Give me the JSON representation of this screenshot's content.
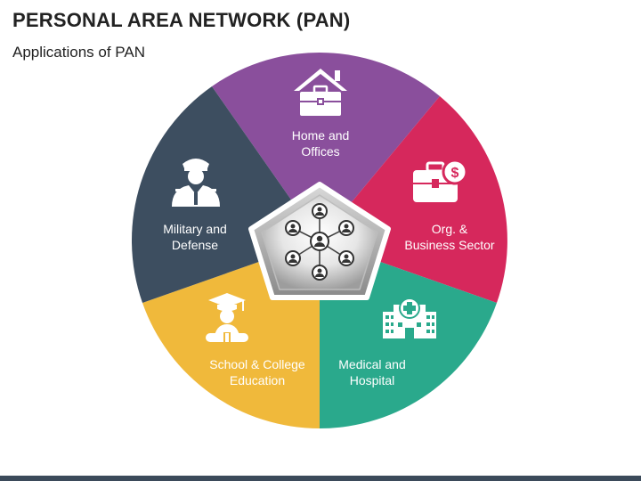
{
  "header": {
    "title": "PERSONAL AREA NETWORK (PAN)",
    "subtitle": "Applications of PAN"
  },
  "segments": [
    {
      "id": "home",
      "line1": "Home and",
      "line2": "Offices",
      "color": "#8a4f9c",
      "icon": "house-briefcase-icon"
    },
    {
      "id": "business",
      "line1": "Org. &",
      "line2": "Business Sector",
      "color": "#d6285c",
      "icon": "briefcase-dollar-icon"
    },
    {
      "id": "medical",
      "line1": "Medical and",
      "line2": "Hospital",
      "color": "#2aa98c",
      "icon": "hospital-icon"
    },
    {
      "id": "education",
      "line1": "School & College",
      "line2": "Education",
      "color": "#f0b93b",
      "icon": "graduation-icon"
    },
    {
      "id": "military",
      "line1": "Military and",
      "line2": "Defense",
      "color": "#3d4e60",
      "icon": "soldier-icon"
    }
  ],
  "center": {
    "icon": "network-people-icon"
  },
  "colors": {
    "title": "#222222",
    "bottom_bar": "#3b4a5a"
  }
}
